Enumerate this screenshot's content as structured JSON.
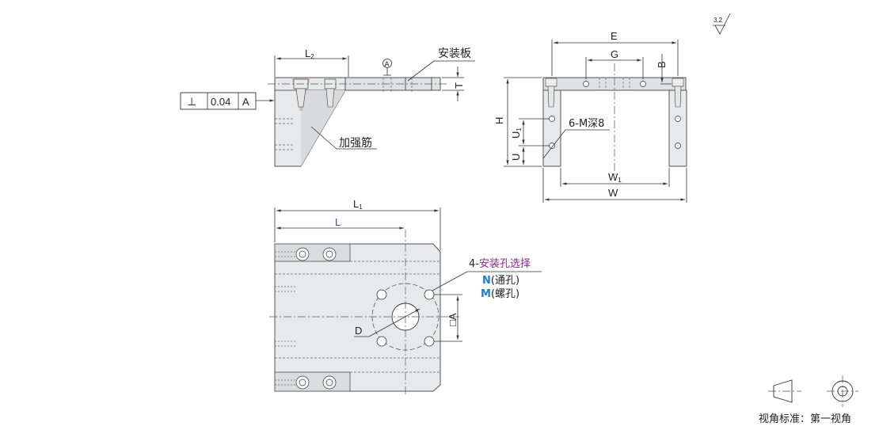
{
  "surface_finish": "3.2",
  "tolerance_frame": {
    "symbol": "⊥",
    "value": "0.04",
    "datum": "A"
  },
  "side_view": {
    "dim_L2": "L",
    "dim_L2_sub": "2",
    "datum_circle": "A",
    "label_mount_plate": "安装板",
    "dim_T": "T",
    "label_rib": "加强筋"
  },
  "front_view": {
    "dim_E": "E",
    "dim_G": "G",
    "dim_B": "B",
    "dim_H": "H",
    "dim_U1": "U",
    "dim_U1_sub": "1",
    "dim_U": "U",
    "label_holes": "6-M深8",
    "dim_W1": "W",
    "dim_W1_sub": "1",
    "dim_W": "W"
  },
  "top_view": {
    "dim_L1": "L",
    "dim_L1_sub": "1",
    "dim_L": "L",
    "label_holes_prefix": "4-",
    "label_holes_select": "安装孔选择",
    "option_N_code": "N",
    "option_N_text": "(通孔)",
    "option_M_code": "M",
    "option_M_text": "(螺孔)",
    "dim_D": "D",
    "dim_A": "□A"
  },
  "projection": {
    "label": "视角标准：第一视角"
  },
  "colors": {
    "accent_purple": "#8a2a8a",
    "accent_blue": "#1a7fc1"
  }
}
